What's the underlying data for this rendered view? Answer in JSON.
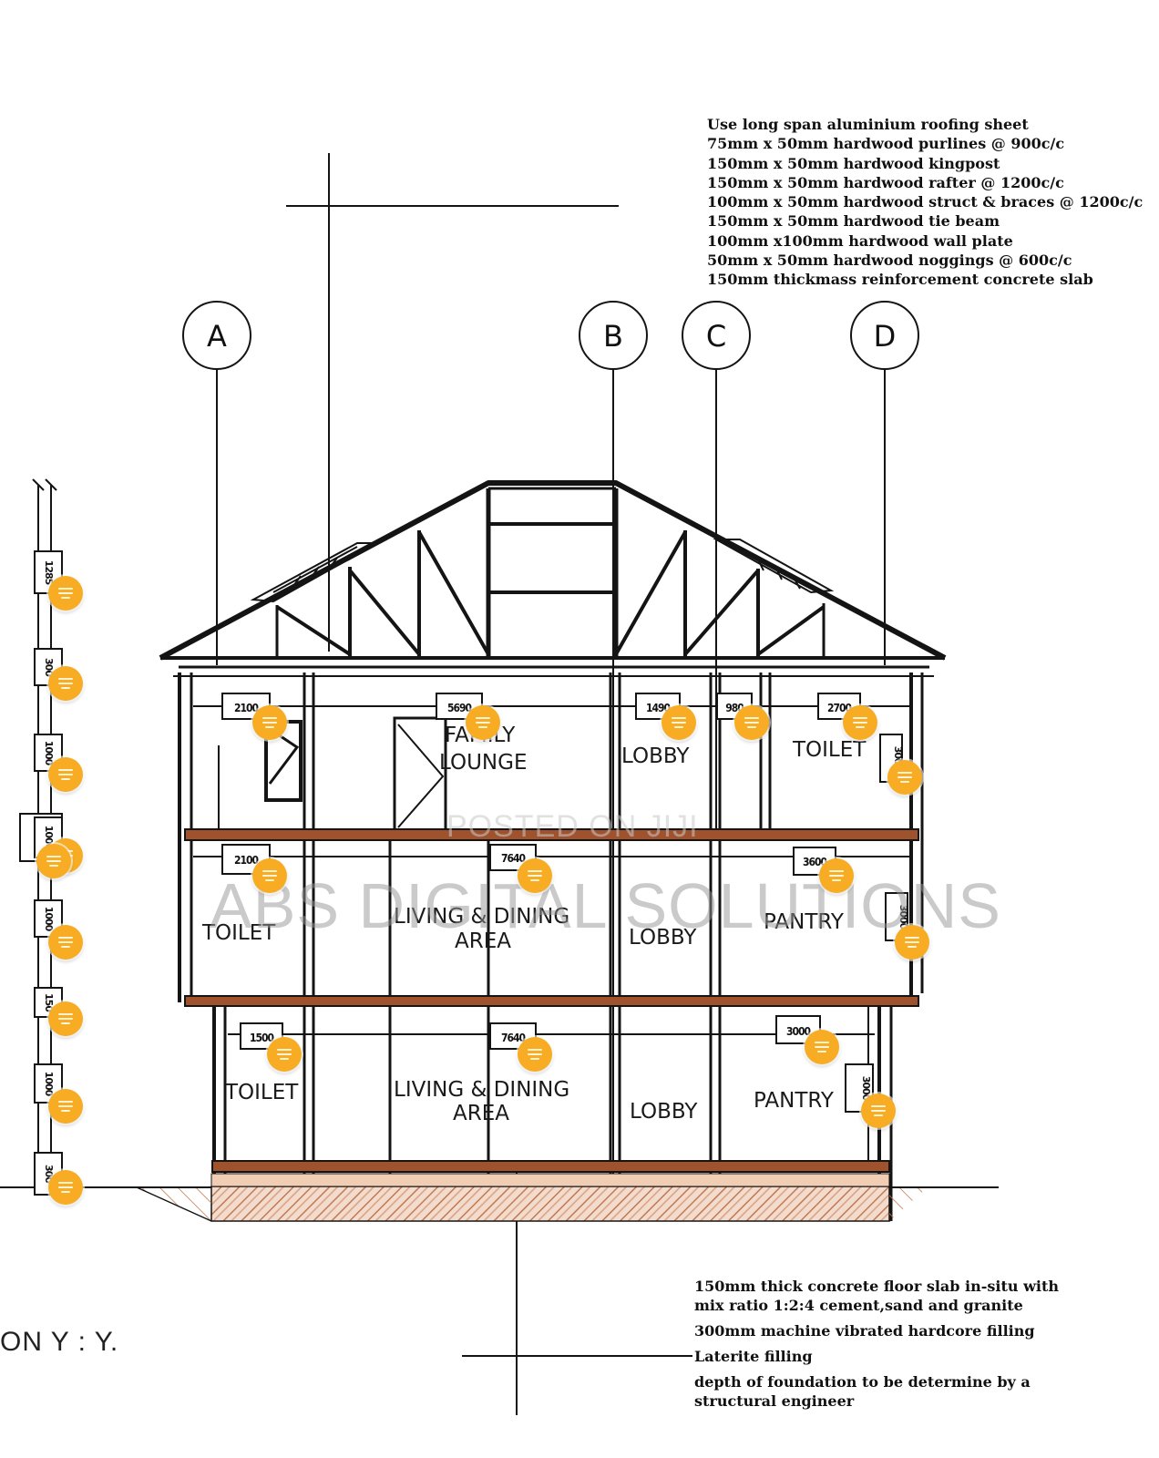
{
  "roof_notes": [
    "Use long span aluminium  roofing sheet",
    "75mm x 50mm hardwood purlines @ 900c/c",
    "150mm x 50mm hardwood kingpost",
    "150mm x 50mm hardwood rafter @ 1200c/c",
    "100mm x 50mm hardwood struct & braces @ 1200c/c",
    "150mm x 50mm hardwood tie beam",
    "100mm x100mm hardwood wall plate",
    "50mm x 50mm hardwood noggings @ 600c/c",
    "150mm thickmass reinforcement concrete slab"
  ],
  "foundation_notes": [
    "150mm thick concrete floor slab in-situ with",
    "mix ratio 1:2:4 cement,sand and granite",
    "300mm machine vibrated hardcore filling",
    "Laterite filling",
    "depth of foundation to be determine by a",
    "structural engineer"
  ],
  "grid_labels": [
    "A",
    "B",
    "C",
    "D"
  ],
  "rooms": {
    "family_lounge_1": "FAMILY",
    "family_lounge_2": "LOUNGE",
    "lobby_top": "LOBBY",
    "toilet_top": "TOILET",
    "toilet_mid": "TOILET",
    "living_mid_1": "LIVING & DINING",
    "living_mid_2": "AREA",
    "lobby_mid": "LOBBY",
    "pantry_mid": "PANTRY",
    "toilet_bot": "TOILET",
    "living_bot_1": "LIVING & DINING",
    "living_bot_2": "AREA",
    "lobby_bot": "LOBBY",
    "pantry_bot": "PANTRY"
  },
  "dimensions": {
    "top": [
      "2100",
      "5690",
      "1490",
      "980",
      "2700"
    ],
    "mid": [
      "2100",
      "7640",
      "3600"
    ],
    "bot": [
      "1500",
      "7640",
      "3000"
    ],
    "vertical_right": [
      "3000",
      "3000",
      "3000"
    ],
    "left_stack": [
      "1285",
      "300",
      "1000",
      "1000",
      "1000",
      "150",
      "1000",
      "300"
    ]
  },
  "section_label": "ON Y : Y.",
  "watermarks": {
    "posted": "POSTED ON JIJI",
    "brand": "ABS DIGITAL SOLUTIONS"
  },
  "colors": {
    "line": "#141414",
    "slab": "#a0522d",
    "hatch": "#c07a52",
    "marker": "#f7ac24"
  }
}
